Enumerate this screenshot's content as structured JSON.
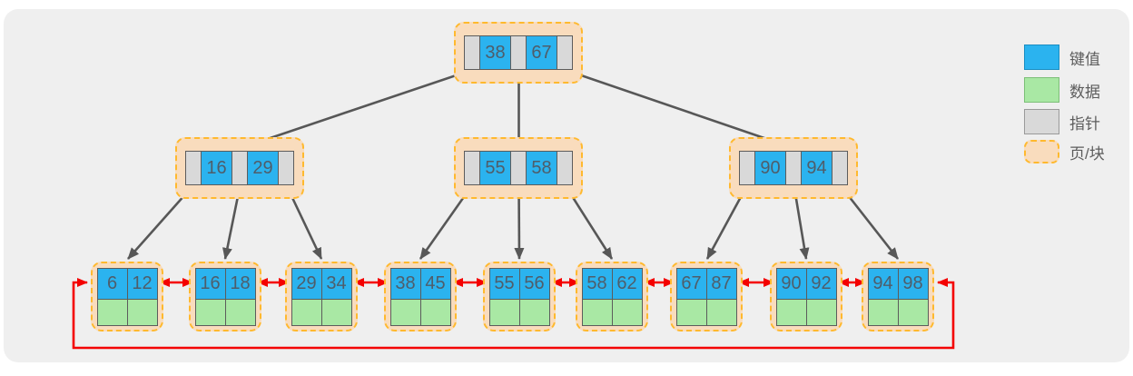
{
  "diagram": {
    "type": "bplus-tree",
    "description": "B+ tree with keys in blue cells, data slots in green, pointers in gray, pages as dashed orange blocks, leaf pages linked in a circular doubly-linked list"
  },
  "tree": {
    "root": {
      "keys": [
        "38",
        "67"
      ]
    },
    "internal": [
      {
        "keys": [
          "16",
          "29"
        ]
      },
      {
        "keys": [
          "55",
          "58"
        ]
      },
      {
        "keys": [
          "90",
          "94"
        ]
      }
    ],
    "leaves": [
      {
        "keys": [
          "6",
          "12"
        ]
      },
      {
        "keys": [
          "16",
          "18"
        ]
      },
      {
        "keys": [
          "29",
          "34"
        ]
      },
      {
        "keys": [
          "38",
          "45"
        ]
      },
      {
        "keys": [
          "55",
          "56"
        ]
      },
      {
        "keys": [
          "58",
          "62"
        ]
      },
      {
        "keys": [
          "67",
          "87"
        ]
      },
      {
        "keys": [
          "90",
          "92"
        ]
      },
      {
        "keys": [
          "94",
          "98"
        ]
      }
    ]
  },
  "legend": {
    "items": [
      {
        "label": "键值",
        "type": "key",
        "color": "#2bb3ef"
      },
      {
        "label": "数据",
        "type": "data",
        "color": "#a9e8a4"
      },
      {
        "label": "指针",
        "type": "pointer",
        "color": "#d9d9d9"
      },
      {
        "label": "页/块",
        "type": "page",
        "color": "#f9dcbd",
        "border": "#ffb92e"
      }
    ]
  },
  "colors": {
    "panel_background": "#efefef",
    "tree_edge": "#575757",
    "leaf_link": "#f40000",
    "cell_border": "#5c5c5c",
    "number_text": "#4f5d6a"
  }
}
